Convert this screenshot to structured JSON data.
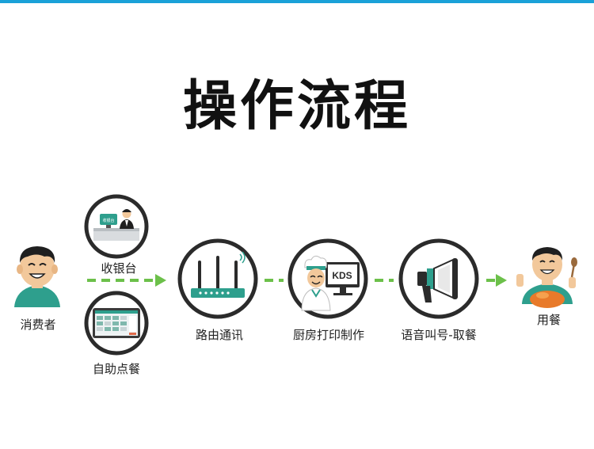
{
  "title": "操作流程",
  "nodes": {
    "consumer": "消费者",
    "cashier": "收银台",
    "self_order": "自助点餐",
    "router": "路由通讯",
    "kitchen": "厨房打印制作",
    "call": "语音叫号-取餐",
    "dine": "用餐"
  },
  "icons": {
    "cashier_sign": "收银台",
    "kds_screen": "KDS"
  },
  "colors": {
    "accent": "#1aa1d8",
    "arrow": "#6cc04a",
    "teal": "#2e9f8d",
    "ring": "#2b2b2b"
  }
}
